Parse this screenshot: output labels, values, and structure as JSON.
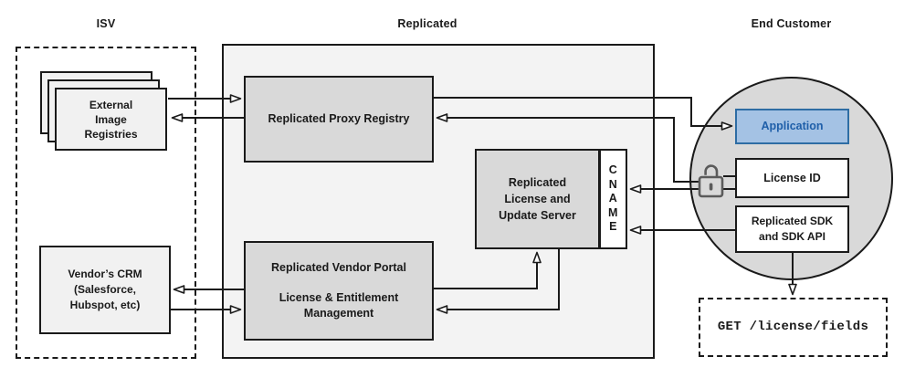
{
  "sections": {
    "isv": {
      "label": "ISV"
    },
    "replicated": {
      "label": "Replicated"
    },
    "end_customer": {
      "label": "End Customer"
    }
  },
  "nodes": {
    "external_image_registries": {
      "label": "External\nImage\nRegistries"
    },
    "vendors_crm": {
      "label": "Vendor’s CRM\n(Salesforce,\nHubspot, etc)"
    },
    "replicated_proxy_registry": {
      "label": "Replicated Proxy Registry"
    },
    "replicated_license_update_server": {
      "label": "Replicated\nLicense and\nUpdate Server"
    },
    "cname": {
      "label": "C\nN\nA\nM\nE"
    },
    "replicated_vendor_portal": {
      "title": "Replicated Vendor Portal",
      "subtitle": "License & Entitlement\nManagement"
    },
    "application": {
      "label": "Application"
    },
    "license_id": {
      "label": "License ID"
    },
    "replicated_sdk": {
      "label": "Replicated SDK\nand SDK API"
    },
    "get_endpoint": {
      "label": "GET /license/fields"
    }
  },
  "icons": {
    "lock": "unlocked-padlock-icon"
  },
  "colors": {
    "container_fill": "#f3f3f3",
    "node_fill": "#d9d9d9",
    "stack_fill": "#f1f1f1",
    "circle_fill": "#d9d9d9",
    "application_fill": "#a4c2e4",
    "application_border": "#2e6da4",
    "application_text": "#1f5fa9",
    "line_color": "#1a1a1a",
    "lock_color": "#5b5b5b"
  }
}
